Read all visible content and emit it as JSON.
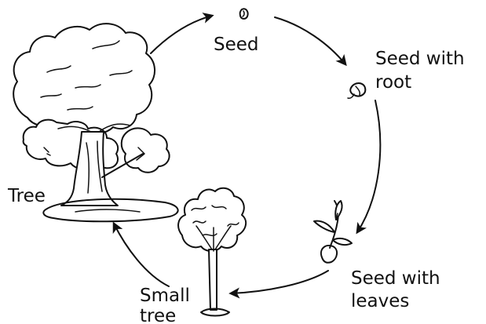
{
  "labels": {
    "seed": "Seed",
    "seed_with_root_line1": "Seed with",
    "seed_with_root_line2": "root",
    "seed_with_leaves_line1": "Seed with",
    "seed_with_leaves_line2": "leaves",
    "small_tree_line1": "Small",
    "small_tree_line2": "tree",
    "tree": "Tree"
  },
  "colors": {
    "ink": "#111111",
    "background": "#ffffff"
  },
  "icons": [
    "seed-icon",
    "seed-with-root-icon",
    "seed-with-leaves-icon",
    "small-tree-icon",
    "tree-icon"
  ]
}
